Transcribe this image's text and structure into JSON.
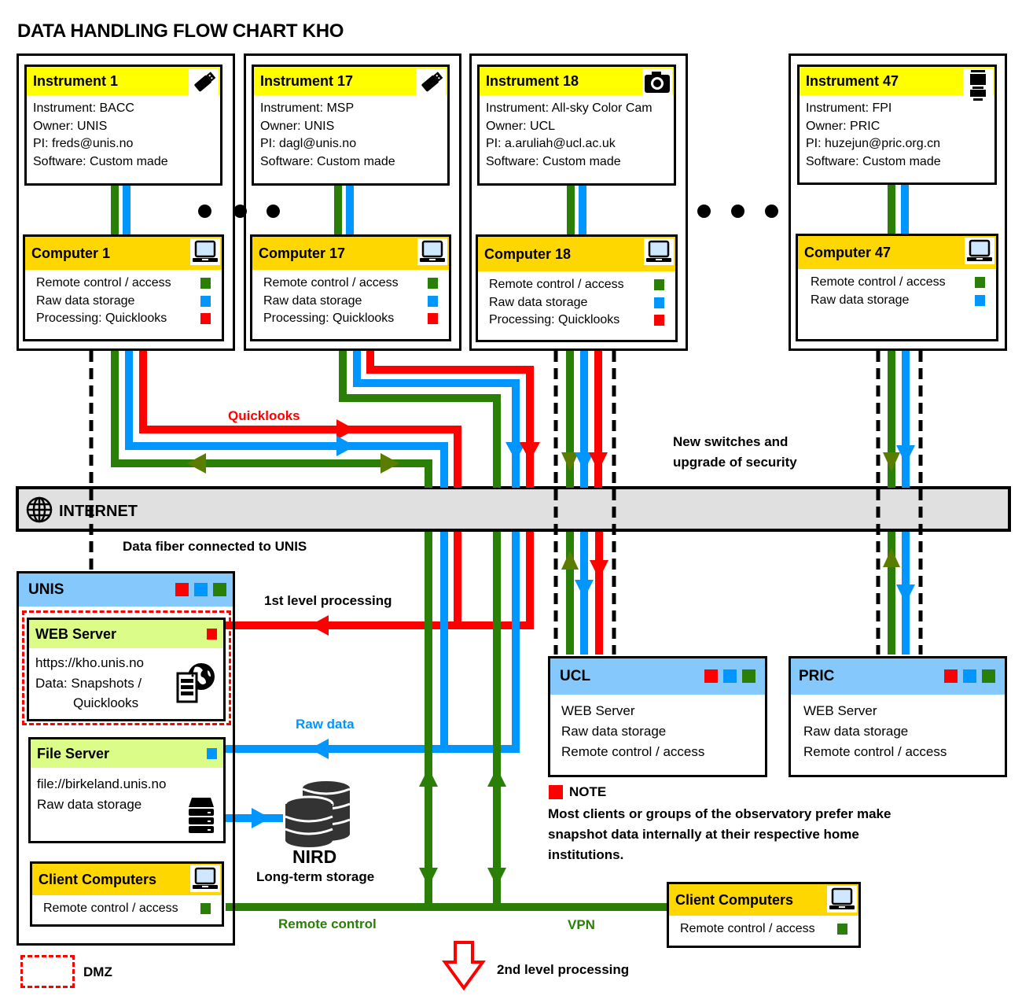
{
  "title": "DATA HANDLING FLOW CHART KHO",
  "colors": {
    "remote_control": "#2a7f06",
    "raw_data": "#0096ff",
    "quicklooks": "#ff0000",
    "arrow_green": "#5a7d00",
    "instrument_header": "#ffff00",
    "computer_header": "#ffd700",
    "server_header": "#dcfc88",
    "institution_header": "#84c8fc",
    "internet_bar": "#e0e0e0"
  },
  "instruments": [
    {
      "header": "Instrument 1",
      "icon": "usb-stick-icon",
      "lines": [
        "Instrument: BACC",
        "Owner: UNIS",
        "PI: freds@unis.no",
        "Software: Custom made"
      ]
    },
    {
      "header": "Instrument 17",
      "icon": "usb-stick-icon",
      "lines": [
        "Instrument: MSP",
        "Owner: UNIS",
        "PI: dagl@unis.no",
        "Software: Custom made"
      ]
    },
    {
      "header": "Instrument 18",
      "icon": "camera-icon",
      "lines": [
        "Instrument: All-sky Color Cam",
        "Owner: UCL",
        "PI: a.aruliah@ucl.ac.uk",
        "Software: Custom made"
      ]
    },
    {
      "header": "Instrument 47",
      "icon": "lens-icon",
      "lines": [
        "Instrument: FPI",
        "Owner: PRIC",
        "PI: huzejun@pric.org.cn",
        "Software: Custom made"
      ]
    }
  ],
  "computers": [
    {
      "header": "Computer 1",
      "icon": "laptop-icon",
      "items": [
        {
          "label": "Remote control / access",
          "color": "g"
        },
        {
          "label": "Raw data storage",
          "color": "b"
        },
        {
          "label": "Processing: Quicklooks",
          "color": "r"
        }
      ]
    },
    {
      "header": "Computer 17",
      "icon": "laptop-icon",
      "items": [
        {
          "label": "Remote control / access",
          "color": "g"
        },
        {
          "label": "Raw data storage",
          "color": "b"
        },
        {
          "label": "Processing: Quicklooks",
          "color": "r"
        }
      ]
    },
    {
      "header": "Computer 18",
      "icon": "laptop-icon",
      "items": [
        {
          "label": "Remote control / access",
          "color": "g"
        },
        {
          "label": "Raw data storage",
          "color": "b"
        },
        {
          "label": "Processing: Quicklooks",
          "color": "r"
        }
      ]
    },
    {
      "header": "Computer 47",
      "icon": "laptop-icon",
      "items": [
        {
          "label": "Remote control / access",
          "color": "g"
        },
        {
          "label": "Raw data storage",
          "color": "b"
        }
      ]
    }
  ],
  "ellipsis": "...",
  "internet": {
    "label": "INTERNET",
    "icon": "globe-icon"
  },
  "labels": {
    "quicklooks": "Quicklooks",
    "new_switches_1": "New switches and",
    "new_switches_2": "upgrade of security",
    "data_fiber": "Data fiber connected to UNIS",
    "first_level": "1st level processing",
    "raw_data": "Raw data",
    "remote_control": "Remote control",
    "vpn": "VPN",
    "second_level": "2nd level processing",
    "dmz": "DMZ"
  },
  "unis": {
    "header": "UNIS",
    "web_server": {
      "header": "WEB Server",
      "lines": [
        "https://kho.unis.no",
        "Data: Snapshots /",
        "Quicklooks"
      ],
      "icon": "web-server-globe-icon"
    },
    "file_server": {
      "header": "File Server",
      "lines": [
        "file://birkeland.unis.no",
        "Raw data storage"
      ],
      "icon": "server-stack-icon"
    },
    "client_computers": {
      "header": "Client Computers",
      "item": "Remote control / access",
      "icon": "laptop-icon"
    }
  },
  "nird": {
    "title": "NIRD",
    "subtitle": "Long-term storage",
    "icon": "database-icon"
  },
  "institutions": [
    {
      "header": "UCL",
      "lines": [
        "WEB Server",
        "Raw data storage",
        "Remote control / access"
      ]
    },
    {
      "header": "PRIC",
      "lines": [
        "WEB Server",
        "Raw data storage",
        "Remote control / access"
      ]
    }
  ],
  "note": {
    "title": "NOTE",
    "text_lines": [
      "Most clients or groups of the observatory prefer make",
      "snapshot data internally at their respective home",
      "institutions."
    ]
  },
  "remote_clients": {
    "header": "Client Computers",
    "item": "Remote control / access",
    "icon": "laptop-icon"
  }
}
